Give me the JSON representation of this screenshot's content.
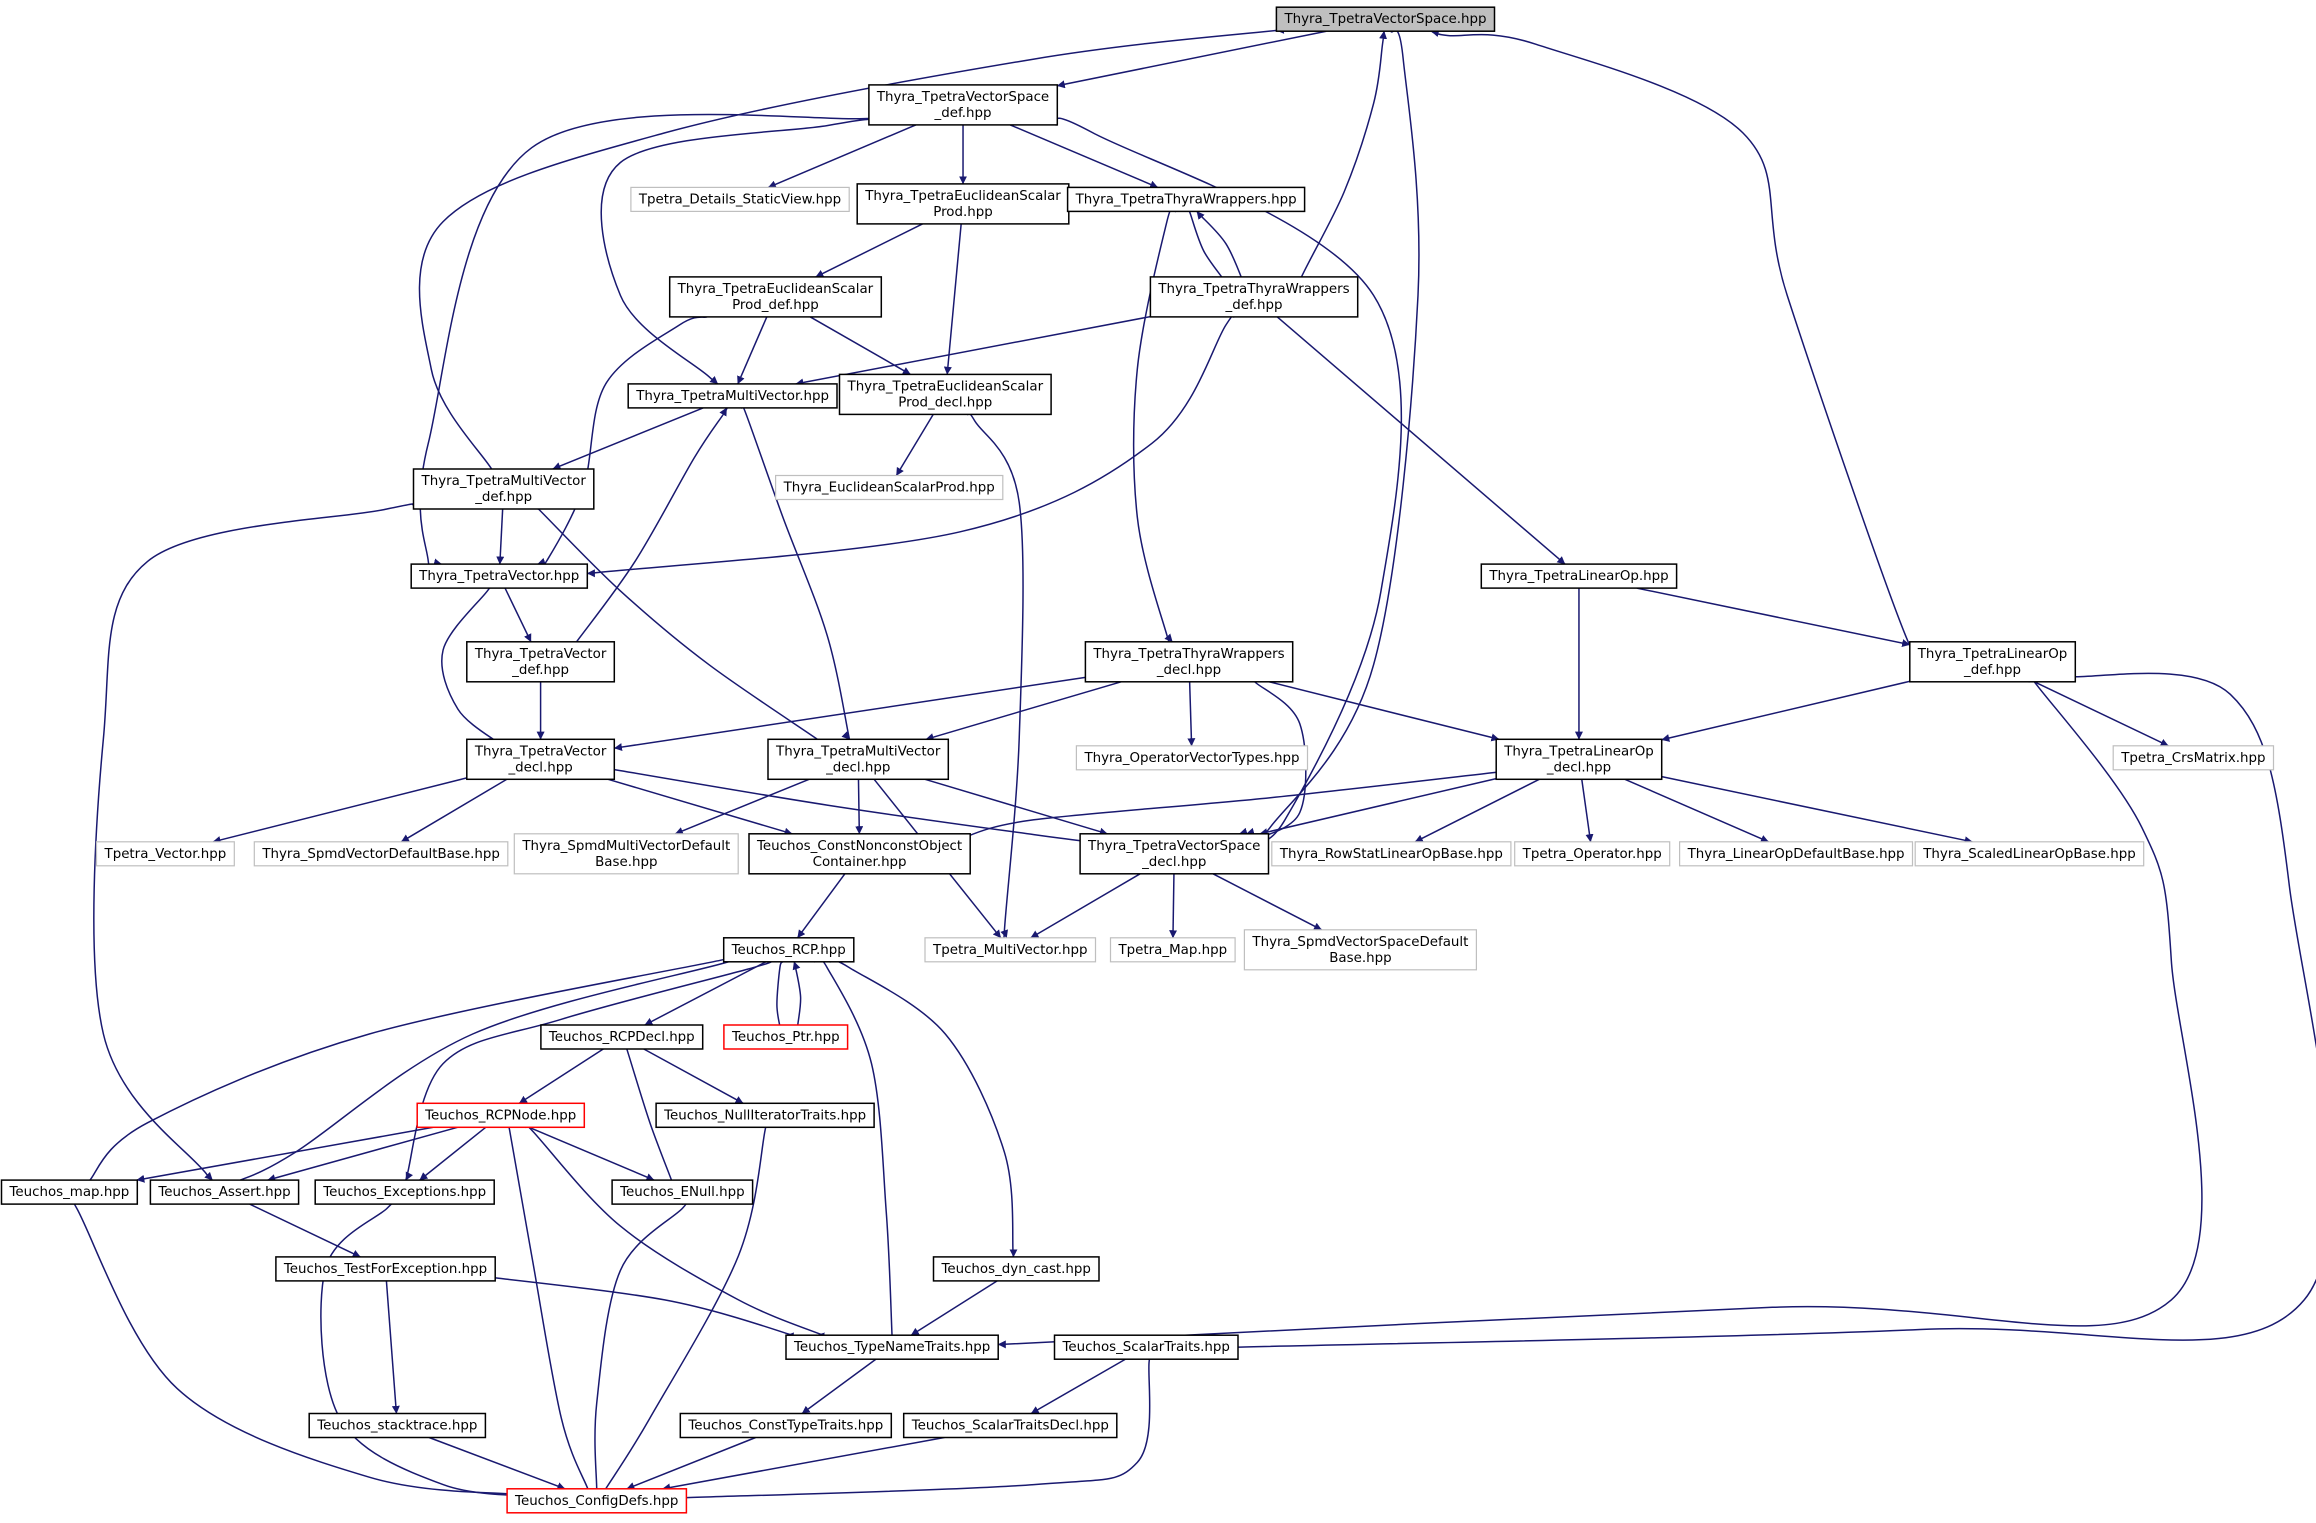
{
  "colors": {
    "edge": "#191970",
    "node_border": "#000000",
    "node_missing_border": "#bfbfbf",
    "node_truncated_border": "#ff0000",
    "focus_fill": "#bfbfbf",
    "node_fill": "#ffffff",
    "background": "#ffffff"
  },
  "nodes": [
    {
      "id": "tvs",
      "kind": "focus",
      "lines": [
        "Thyra_TpetraVectorSpace.hpp"
      ]
    },
    {
      "id": "tvsdef",
      "kind": "normal",
      "lines": [
        "Thyra_TpetraVectorSpace",
        "_def.hpp"
      ]
    },
    {
      "id": "tdsv",
      "kind": "missing",
      "lines": [
        "Tpetra_Details_StaticView.hpp"
      ]
    },
    {
      "id": "tesp",
      "kind": "normal",
      "lines": [
        "Thyra_TpetraEuclideanScalar",
        "Prod.hpp"
      ]
    },
    {
      "id": "ttw",
      "kind": "normal",
      "lines": [
        "Thyra_TpetraThyraWrappers.hpp"
      ]
    },
    {
      "id": "ttwdef",
      "kind": "normal",
      "lines": [
        "Thyra_TpetraThyraWrappers",
        "_def.hpp"
      ]
    },
    {
      "id": "tespdef",
      "kind": "normal",
      "lines": [
        "Thyra_TpetraEuclideanScalar",
        "Prod_def.hpp"
      ]
    },
    {
      "id": "tmv",
      "kind": "normal",
      "lines": [
        "Thyra_TpetraMultiVector.hpp"
      ]
    },
    {
      "id": "tespdecl",
      "kind": "normal",
      "lines": [
        "Thyra_TpetraEuclideanScalar",
        "Prod_decl.hpp"
      ]
    },
    {
      "id": "esp",
      "kind": "missing",
      "lines": [
        "Thyra_EuclideanScalarProd.hpp"
      ]
    },
    {
      "id": "tmvdef",
      "kind": "normal",
      "lines": [
        "Thyra_TpetraMultiVector",
        "_def.hpp"
      ]
    },
    {
      "id": "tv",
      "kind": "normal",
      "lines": [
        "Thyra_TpetraVector.hpp"
      ]
    },
    {
      "id": "tvdef",
      "kind": "normal",
      "lines": [
        "Thyra_TpetraVector",
        "_def.hpp"
      ]
    },
    {
      "id": "tlo",
      "kind": "normal",
      "lines": [
        "Thyra_TpetraLinearOp.hpp"
      ]
    },
    {
      "id": "ttwdecl",
      "kind": "normal",
      "lines": [
        "Thyra_TpetraThyraWrappers",
        "_decl.hpp"
      ]
    },
    {
      "id": "tlodef",
      "kind": "normal",
      "lines": [
        "Thyra_TpetraLinearOp",
        "_def.hpp"
      ]
    },
    {
      "id": "tvdecl",
      "kind": "normal",
      "lines": [
        "Thyra_TpetraVector",
        "_decl.hpp"
      ]
    },
    {
      "id": "tmvdecl",
      "kind": "normal",
      "lines": [
        "Thyra_TpetraMultiVector",
        "_decl.hpp"
      ]
    },
    {
      "id": "ovt",
      "kind": "missing",
      "lines": [
        "Thyra_OperatorVectorTypes.hpp"
      ]
    },
    {
      "id": "tlodecl",
      "kind": "normal",
      "lines": [
        "Thyra_TpetraLinearOp",
        "_decl.hpp"
      ]
    },
    {
      "id": "crs",
      "kind": "missing",
      "lines": [
        "Tpetra_CrsMatrix.hpp"
      ]
    },
    {
      "id": "tpv",
      "kind": "missing",
      "lines": [
        "Tpetra_Vector.hpp"
      ]
    },
    {
      "id": "svdb",
      "kind": "missing",
      "lines": [
        "Thyra_SpmdVectorDefaultBase.hpp"
      ]
    },
    {
      "id": "smvdb",
      "kind": "missing",
      "lines": [
        "Thyra_SpmdMultiVectorDefault",
        "Base.hpp"
      ]
    },
    {
      "id": "cnoc",
      "kind": "normal",
      "lines": [
        "Teuchos_ConstNonconstObject",
        "Container.hpp"
      ]
    },
    {
      "id": "tvsdecl",
      "kind": "normal",
      "lines": [
        "Thyra_TpetraVectorSpace",
        "_decl.hpp"
      ]
    },
    {
      "id": "rslob",
      "kind": "missing",
      "lines": [
        "Thyra_RowStatLinearOpBase.hpp"
      ]
    },
    {
      "id": "tpo",
      "kind": "missing",
      "lines": [
        "Tpetra_Operator.hpp"
      ]
    },
    {
      "id": "lodb",
      "kind": "missing",
      "lines": [
        "Thyra_LinearOpDefaultBase.hpp"
      ]
    },
    {
      "id": "slob",
      "kind": "missing",
      "lines": [
        "Thyra_ScaledLinearOpBase.hpp"
      ]
    },
    {
      "id": "rcp",
      "kind": "normal",
      "lines": [
        "Teuchos_RCP.hpp"
      ]
    },
    {
      "id": "tpmv",
      "kind": "missing",
      "lines": [
        "Tpetra_MultiVector.hpp"
      ]
    },
    {
      "id": "tpm",
      "kind": "missing",
      "lines": [
        "Tpetra_Map.hpp"
      ]
    },
    {
      "id": "svsdb",
      "kind": "missing",
      "lines": [
        "Thyra_SpmdVectorSpaceDefault",
        "Base.hpp"
      ]
    },
    {
      "id": "rcpdecl",
      "kind": "normal",
      "lines": [
        "Teuchos_RCPDecl.hpp"
      ]
    },
    {
      "id": "ptr",
      "kind": "truncated",
      "lines": [
        "Teuchos_Ptr.hpp"
      ]
    },
    {
      "id": "rcpnode",
      "kind": "truncated",
      "lines": [
        "Teuchos_RCPNode.hpp"
      ]
    },
    {
      "id": "nit",
      "kind": "normal",
      "lines": [
        "Teuchos_NullIteratorTraits.hpp"
      ]
    },
    {
      "id": "map",
      "kind": "normal",
      "lines": [
        "Teuchos_map.hpp"
      ]
    },
    {
      "id": "assert",
      "kind": "normal",
      "lines": [
        "Teuchos_Assert.hpp"
      ]
    },
    {
      "id": "exc",
      "kind": "normal",
      "lines": [
        "Teuchos_Exceptions.hpp"
      ]
    },
    {
      "id": "enull",
      "kind": "normal",
      "lines": [
        "Teuchos_ENull.hpp"
      ]
    },
    {
      "id": "tfe",
      "kind": "normal",
      "lines": [
        "Teuchos_TestForException.hpp"
      ]
    },
    {
      "id": "dyn",
      "kind": "normal",
      "lines": [
        "Teuchos_dyn_cast.hpp"
      ]
    },
    {
      "id": "tnt",
      "kind": "normal",
      "lines": [
        "Teuchos_TypeNameTraits.hpp"
      ]
    },
    {
      "id": "st",
      "kind": "normal",
      "lines": [
        "Teuchos_ScalarTraits.hpp"
      ]
    },
    {
      "id": "stack",
      "kind": "normal",
      "lines": [
        "Teuchos_stacktrace.hpp"
      ]
    },
    {
      "id": "ctt",
      "kind": "normal",
      "lines": [
        "Teuchos_ConstTypeTraits.hpp"
      ]
    },
    {
      "id": "std",
      "kind": "normal",
      "lines": [
        "Teuchos_ScalarTraitsDecl.hpp"
      ]
    },
    {
      "id": "cfg",
      "kind": "truncated",
      "lines": [
        "Teuchos_ConfigDefs.hpp"
      ]
    }
  ],
  "edges": [
    [
      "tvs",
      "tvsdef"
    ],
    [
      "tvs",
      "tvsdecl"
    ],
    [
      "tvsdef",
      "tdsv"
    ],
    [
      "tvsdef",
      "tesp"
    ],
    [
      "tvsdef",
      "ttw"
    ],
    [
      "tvsdef",
      "tmv"
    ],
    [
      "tvsdef",
      "tv"
    ],
    [
      "tvsdef",
      "tvsdecl"
    ],
    [
      "tesp",
      "tespdef"
    ],
    [
      "tesp",
      "tespdecl"
    ],
    [
      "tespdef",
      "tmv"
    ],
    [
      "tespdef",
      "tespdecl"
    ],
    [
      "tespdef",
      "tv"
    ],
    [
      "ttw",
      "ttwdef"
    ],
    [
      "ttw",
      "ttwdecl"
    ],
    [
      "ttwdef",
      "ttw"
    ],
    [
      "ttwdef",
      "tvs"
    ],
    [
      "ttwdef",
      "tmv"
    ],
    [
      "ttwdef",
      "tv"
    ],
    [
      "ttwdef",
      "tlo"
    ],
    [
      "tmv",
      "tmvdef"
    ],
    [
      "tmv",
      "tmvdecl"
    ],
    [
      "tmvdef",
      "tvs"
    ],
    [
      "tmvdef",
      "tv"
    ],
    [
      "tmvdef",
      "tmvdecl"
    ],
    [
      "tmvdef",
      "assert"
    ],
    [
      "tespdecl",
      "esp"
    ],
    [
      "tespdecl",
      "tpmv"
    ],
    [
      "tv",
      "tvdef"
    ],
    [
      "tv",
      "tvdecl"
    ],
    [
      "tvdef",
      "tmv"
    ],
    [
      "tvdef",
      "tvdecl"
    ],
    [
      "tlo",
      "tlodef"
    ],
    [
      "tlo",
      "tlodecl"
    ],
    [
      "tlodef",
      "tvs"
    ],
    [
      "tlodef",
      "tlodecl"
    ],
    [
      "tlodef",
      "crs"
    ],
    [
      "tlodef",
      "tnt"
    ],
    [
      "tlodef",
      "st"
    ],
    [
      "ttwdecl",
      "tvdecl"
    ],
    [
      "ttwdecl",
      "tmvdecl"
    ],
    [
      "ttwdecl",
      "ovt"
    ],
    [
      "ttwdecl",
      "tlodecl"
    ],
    [
      "ttwdecl",
      "tvsdecl"
    ],
    [
      "tvdecl",
      "tpv"
    ],
    [
      "tvdecl",
      "svdb"
    ],
    [
      "tvdecl",
      "cnoc"
    ],
    [
      "tvdecl",
      "tvsdecl"
    ],
    [
      "tmvdecl",
      "smvdb"
    ],
    [
      "tmvdecl",
      "cnoc"
    ],
    [
      "tmvdecl",
      "tvsdecl"
    ],
    [
      "tmvdecl",
      "tpmv"
    ],
    [
      "tlodecl",
      "cnoc"
    ],
    [
      "tlodecl",
      "tvsdecl"
    ],
    [
      "tlodecl",
      "rslob"
    ],
    [
      "tlodecl",
      "tpo"
    ],
    [
      "tlodecl",
      "lodb"
    ],
    [
      "tlodecl",
      "slob"
    ],
    [
      "cnoc",
      "rcp"
    ],
    [
      "tvsdecl",
      "tpmv"
    ],
    [
      "tvsdecl",
      "tpm"
    ],
    [
      "tvsdecl",
      "svsdb"
    ],
    [
      "rcp",
      "rcpdecl"
    ],
    [
      "rcp",
      "ptr"
    ],
    [
      "rcp",
      "map"
    ],
    [
      "rcp",
      "assert"
    ],
    [
      "rcp",
      "exc"
    ],
    [
      "rcp",
      "tnt"
    ],
    [
      "rcp",
      "dyn"
    ],
    [
      "ptr",
      "rcp"
    ],
    [
      "rcpdecl",
      "rcpnode"
    ],
    [
      "rcpdecl",
      "nit"
    ],
    [
      "rcpdecl",
      "enull"
    ],
    [
      "rcpnode",
      "map"
    ],
    [
      "rcpnode",
      "assert"
    ],
    [
      "rcpnode",
      "exc"
    ],
    [
      "rcpnode",
      "enull"
    ],
    [
      "rcpnode",
      "tnt"
    ],
    [
      "rcpnode",
      "cfg"
    ],
    [
      "nit",
      "cfg"
    ],
    [
      "map",
      "cfg"
    ],
    [
      "assert",
      "tfe"
    ],
    [
      "exc",
      "cfg"
    ],
    [
      "enull",
      "cfg"
    ],
    [
      "tfe",
      "stack"
    ],
    [
      "tfe",
      "tnt"
    ],
    [
      "dyn",
      "tnt"
    ],
    [
      "tnt",
      "ctt"
    ],
    [
      "st",
      "std"
    ],
    [
      "st",
      "cfg"
    ],
    [
      "stack",
      "cfg"
    ],
    [
      "ctt",
      "cfg"
    ],
    [
      "std",
      "cfg"
    ]
  ]
}
